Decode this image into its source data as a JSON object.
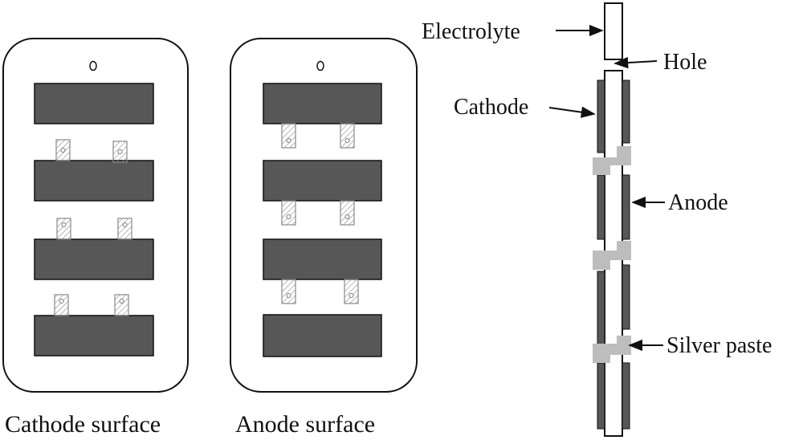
{
  "captions": {
    "cathode_surface": "Cathode surface",
    "anode_surface": "Anode surface"
  },
  "labels": {
    "electrolyte": "Electrolyte",
    "hole": "Hole",
    "cathode": "Cathode",
    "anode": "Anode",
    "silver_paste": "Silver paste"
  },
  "colors": {
    "electrode": "#575757",
    "outline": "#111111",
    "silver_paste": "#bdbdbd",
    "connector_hatch": "#888888"
  }
}
